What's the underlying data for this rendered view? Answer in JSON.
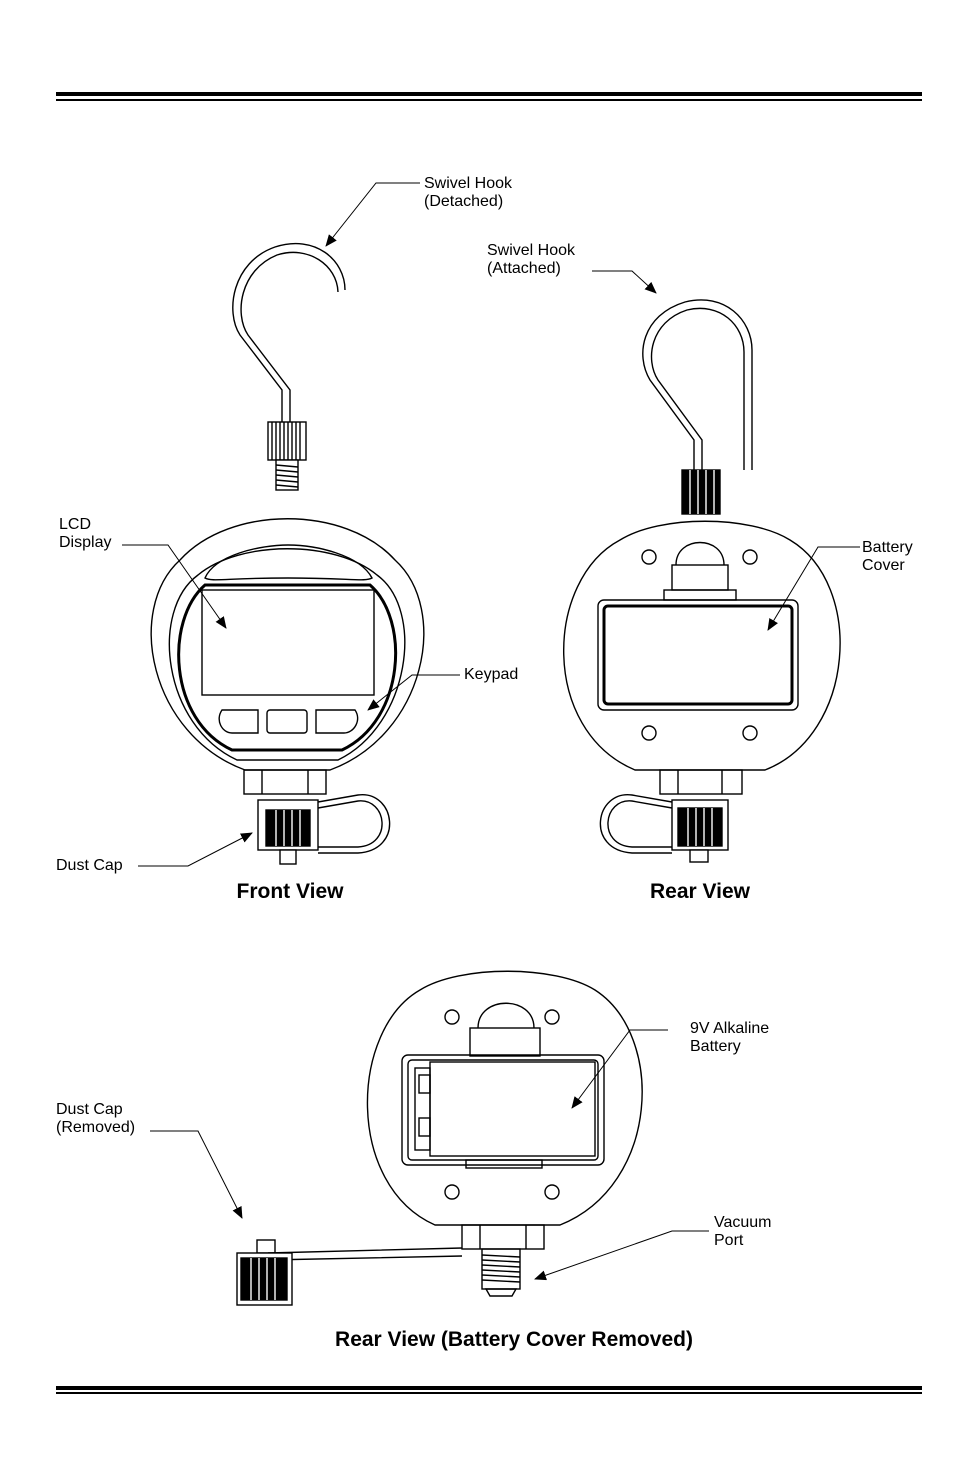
{
  "labels": {
    "swivel_detached": [
      "Swivel Hook",
      "(Detached)"
    ],
    "swivel_attached": [
      "Swivel Hook",
      "(Attached)"
    ],
    "lcd_display": [
      "LCD",
      "Display"
    ],
    "keypad": [
      "Keypad"
    ],
    "dust_cap": [
      "Dust Cap"
    ],
    "battery_cover": [
      "Battery",
      "Cover"
    ],
    "battery": [
      "9V Alkaline",
      "Battery"
    ],
    "dust_cap_removed": [
      "Dust Cap",
      "(Removed)"
    ],
    "vacuum_port": [
      "Vacuum",
      "Port"
    ]
  },
  "captions": {
    "front": "Front View",
    "rear": "Rear View",
    "rear_removed": "Rear View (Battery Cover Removed)"
  }
}
